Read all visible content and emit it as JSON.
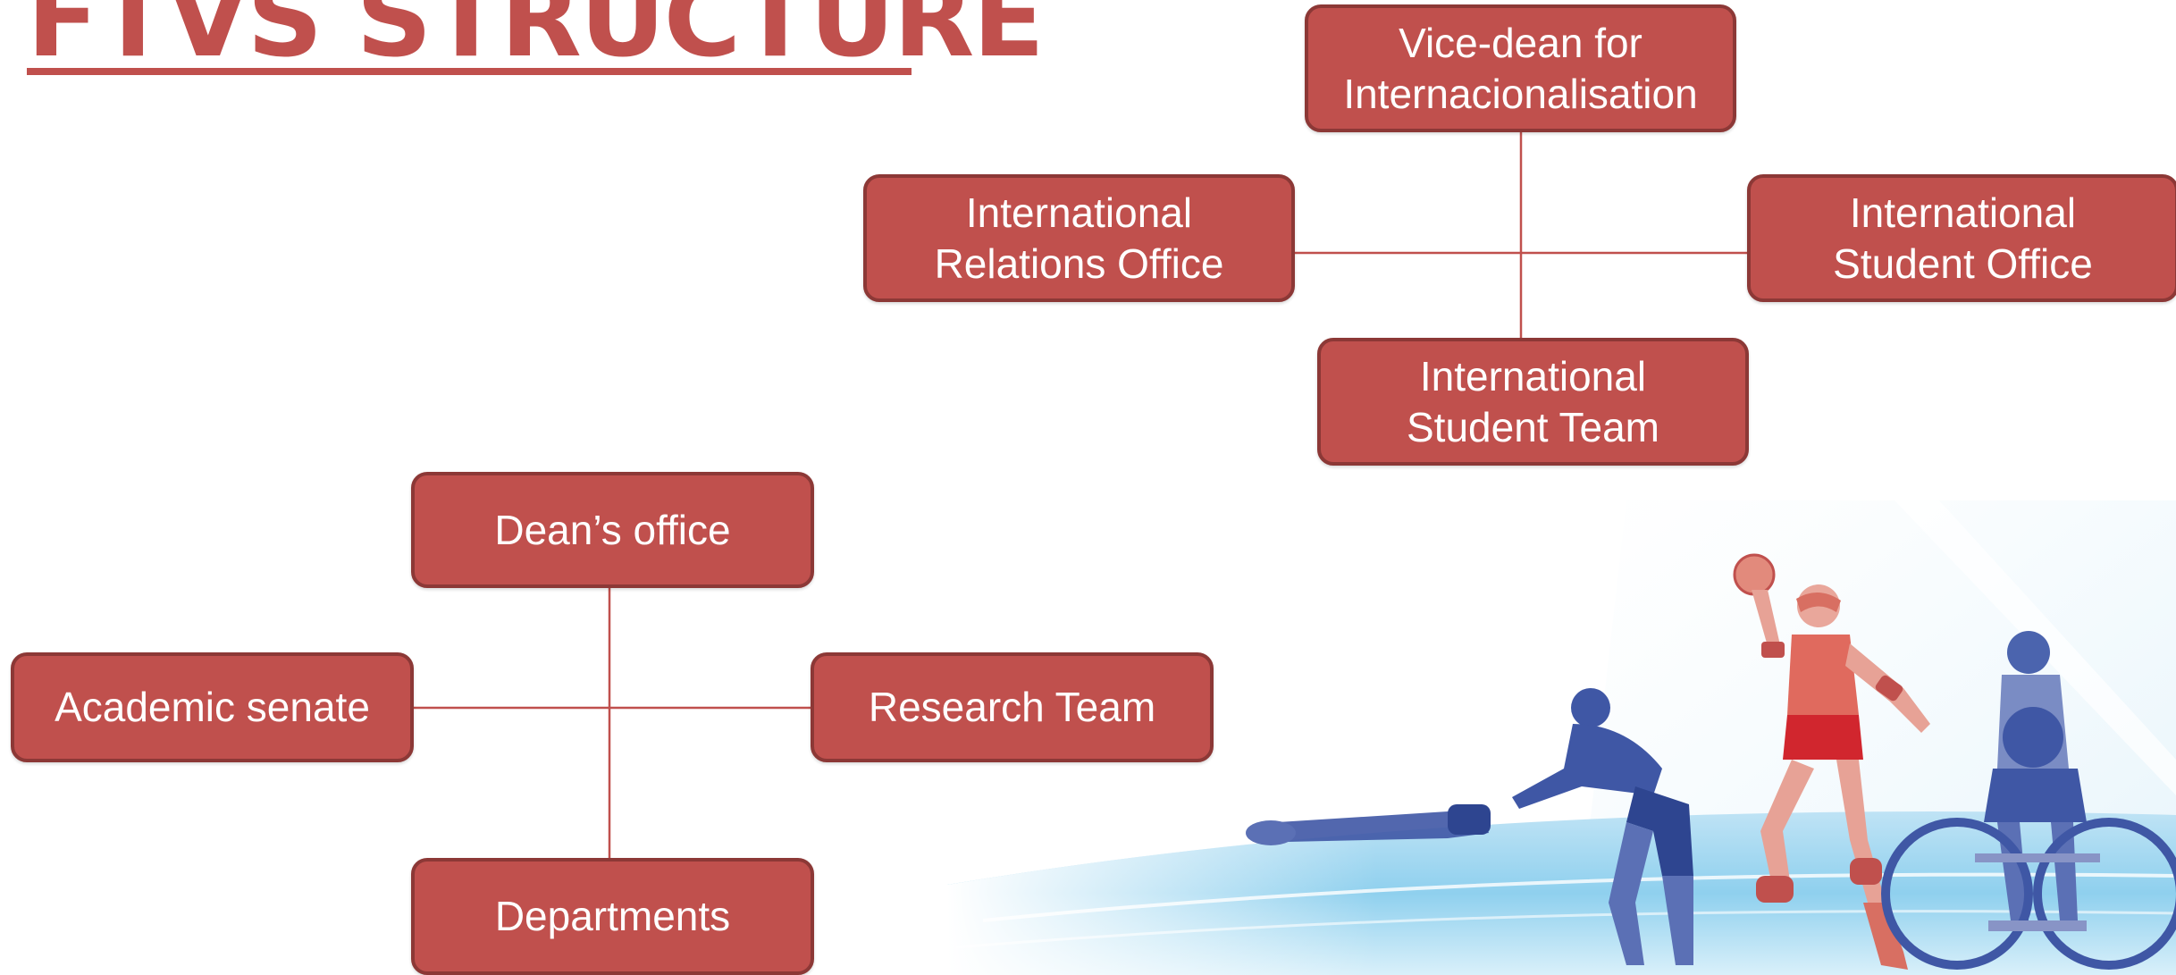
{
  "title": "FTVS STRUCTURE",
  "colors": {
    "box_fill": "#c0504d",
    "box_border": "#8c3836",
    "connector": "#c0504d",
    "title": "#c0504d"
  },
  "international": {
    "vice_dean": [
      "Vice-dean for",
      "Internacionalisation"
    ],
    "relations_office": [
      "International",
      "Relations Office"
    ],
    "student_office": [
      "International",
      "Student Office"
    ],
    "student_team": [
      "International",
      "Student Team"
    ]
  },
  "faculty": {
    "deans_office": "Dean’s office",
    "academic_senate": "Academic senate",
    "research_team": "Research Team",
    "departments": "Departments"
  },
  "illustration": {
    "icon": "sports-collage-icon"
  }
}
